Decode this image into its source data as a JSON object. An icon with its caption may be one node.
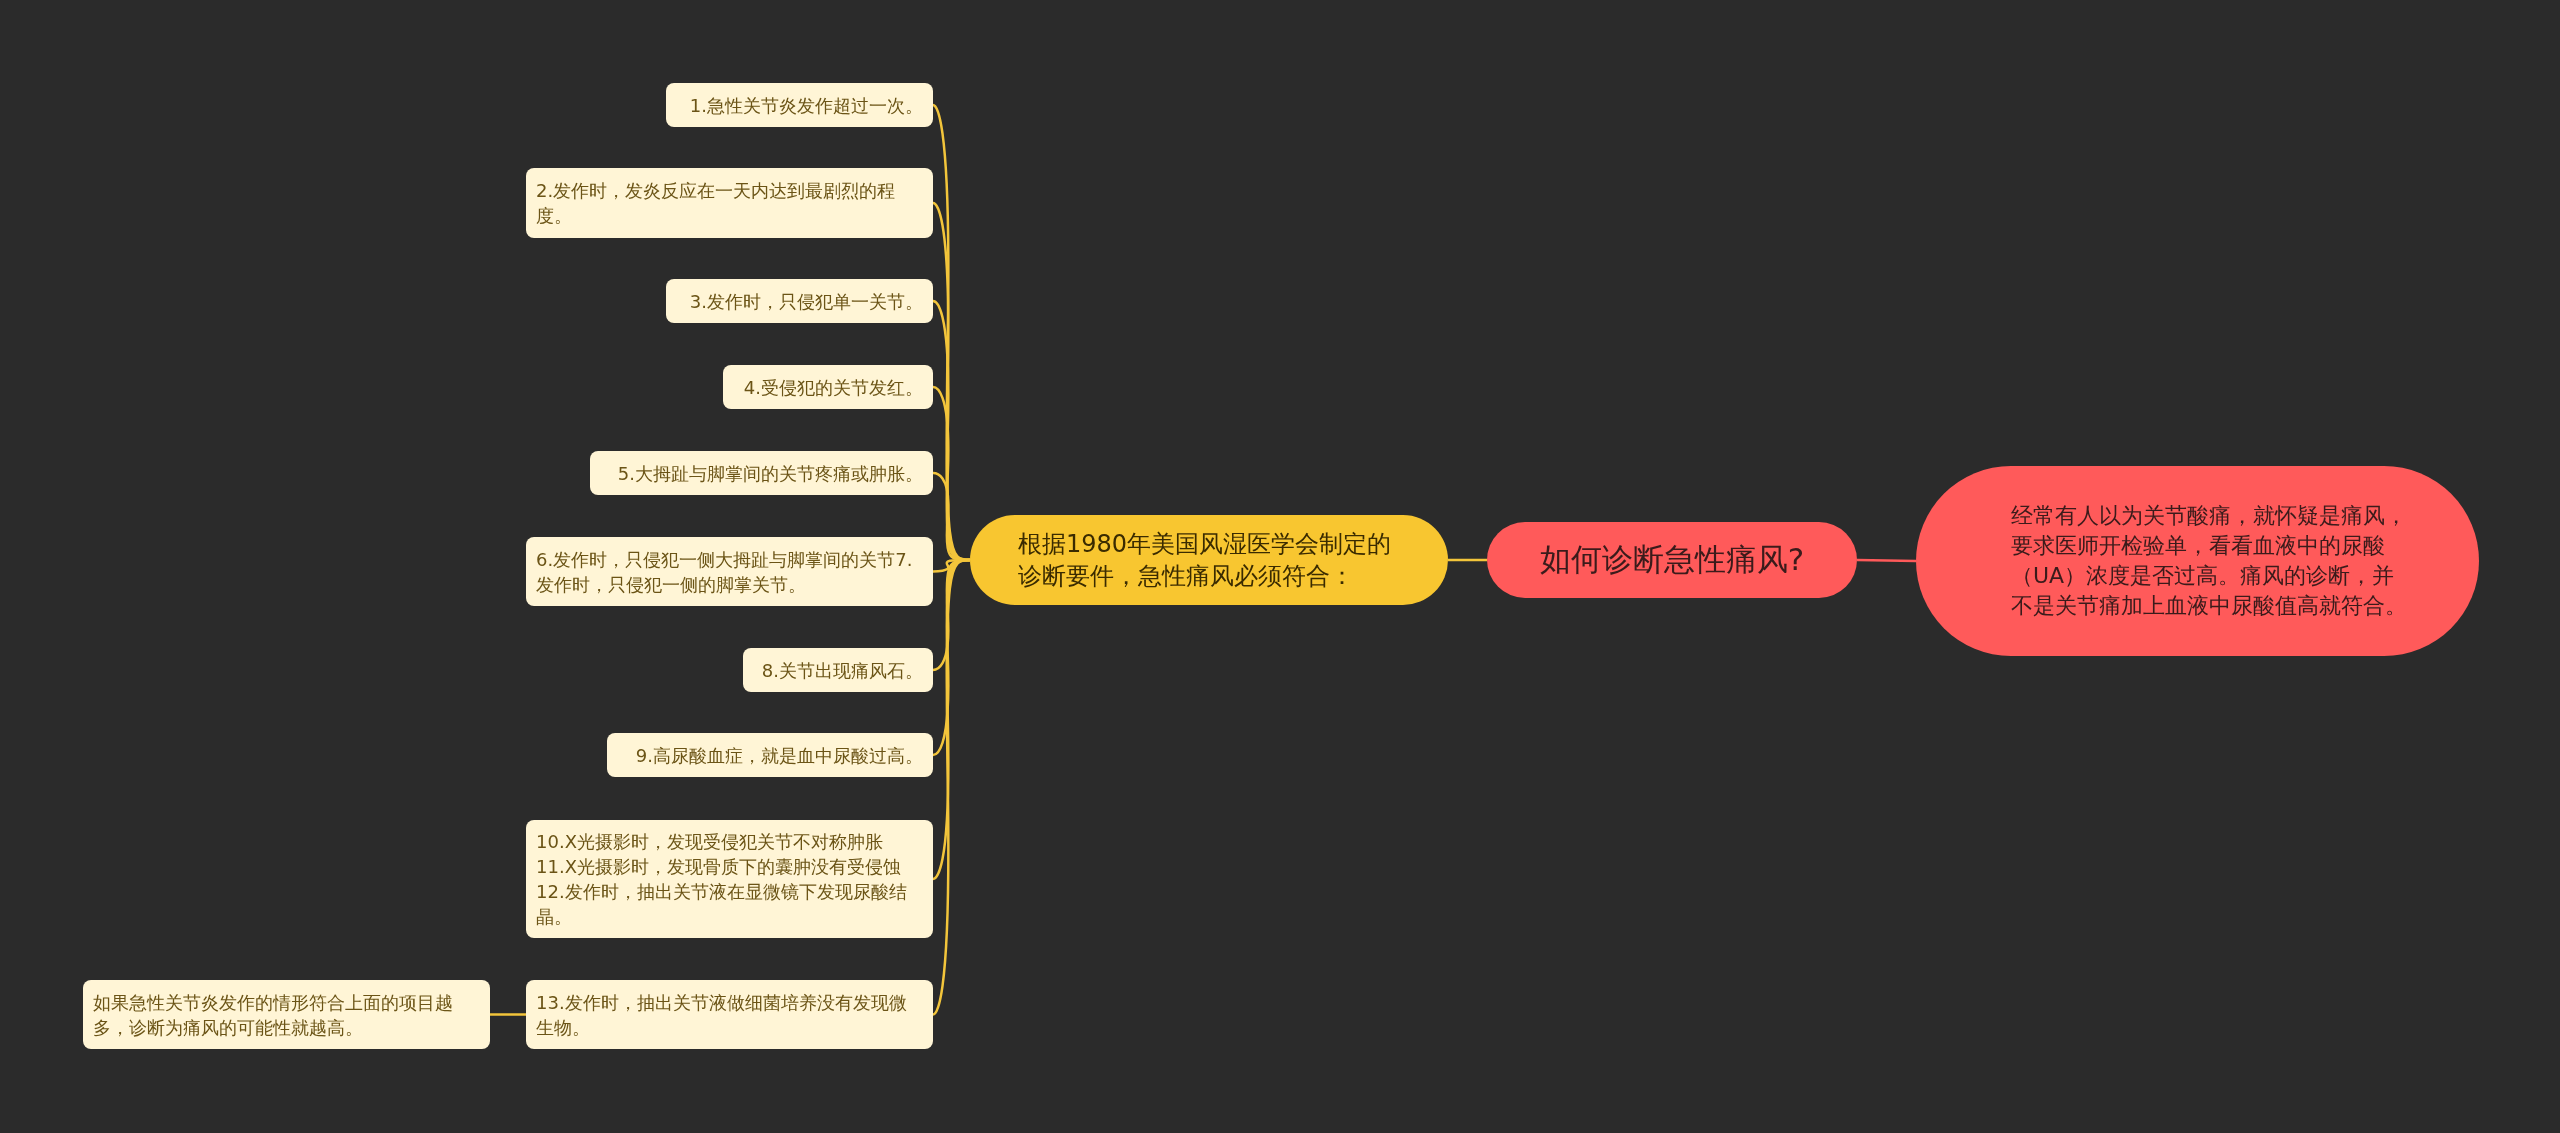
{
  "diagram": {
    "nodes": [
      {
        "text": [
          "如何诊断急性痛风?"
        ]
      },
      {
        "text": [
          "根据1980年美国风湿医学会制定的诊断要件，急性痛风必须符合："
        ]
      },
      {
        "text": [
          "1.急性关节炎发作超过一次。"
        ]
      },
      {
        "text": [
          "2.发作时，发炎反应在一天内达到最剧烈的程度。"
        ]
      },
      {
        "text": [
          "3.发作时，只侵犯单一关节。"
        ]
      },
      {
        "text": [
          "4.受侵犯的关节发红。"
        ]
      },
      {
        "text": [
          "5.大拇趾与脚掌间的关节疼痛或肿胀。"
        ]
      },
      {
        "text": [
          "6.发作时，只侵犯一侧大拇趾与脚掌间的关节7.发作时，只侵犯一侧的脚掌关节。"
        ]
      },
      {
        "text": [
          "8.关节出现痛风石。"
        ]
      },
      {
        "text": [
          "9.高尿酸血症，就是血中尿酸过高。"
        ]
      },
      {
        "text": [
          "10.X光摄影时，发现受侵犯关节不对称肿胀11.X光摄影时，发现骨质下的囊肿没有受侵蚀12.发作时，抽出关节液在显微镜下发现尿酸结晶。"
        ]
      },
      {
        "text": [
          "13.发作时，抽出关节液做细菌培养没有发现微生物。"
        ]
      },
      {
        "text": [
          "如果急性关节炎发作的情形符合上面的项目越多，诊断为痛风的可能性就越高。"
        ]
      },
      {
        "text": [
          "经常有人以为关节酸痛，就怀疑是痛风，要求医师开检验单，看看血液中的尿酸（UA）浓度是否过高。痛风的诊断，并不是关节痛加上血液中尿酸值高就符合。"
        ]
      }
    ],
    "edges": [
      {
        "from": 0,
        "to": 1,
        "arrow": "none"
      },
      {
        "from": 1,
        "to": 2,
        "arrow": "none"
      },
      {
        "from": 1,
        "to": 3,
        "arrow": "none"
      },
      {
        "from": 1,
        "to": 4,
        "arrow": "none"
      },
      {
        "from": 1,
        "to": 5,
        "arrow": "none"
      },
      {
        "from": 1,
        "to": 6,
        "arrow": "none"
      },
      {
        "from": 1,
        "to": 7,
        "arrow": "none"
      },
      {
        "from": 1,
        "to": 8,
        "arrow": "none"
      },
      {
        "from": 1,
        "to": 9,
        "arrow": "none"
      },
      {
        "from": 1,
        "to": 10,
        "arrow": "none"
      },
      {
        "from": 1,
        "to": 11,
        "arrow": "none"
      },
      {
        "from": 11,
        "to": 12,
        "arrow": "none"
      },
      {
        "from": 0,
        "to": 13,
        "arrow": "none",
        "color": "#ff5a5a"
      }
    ]
  }
}
